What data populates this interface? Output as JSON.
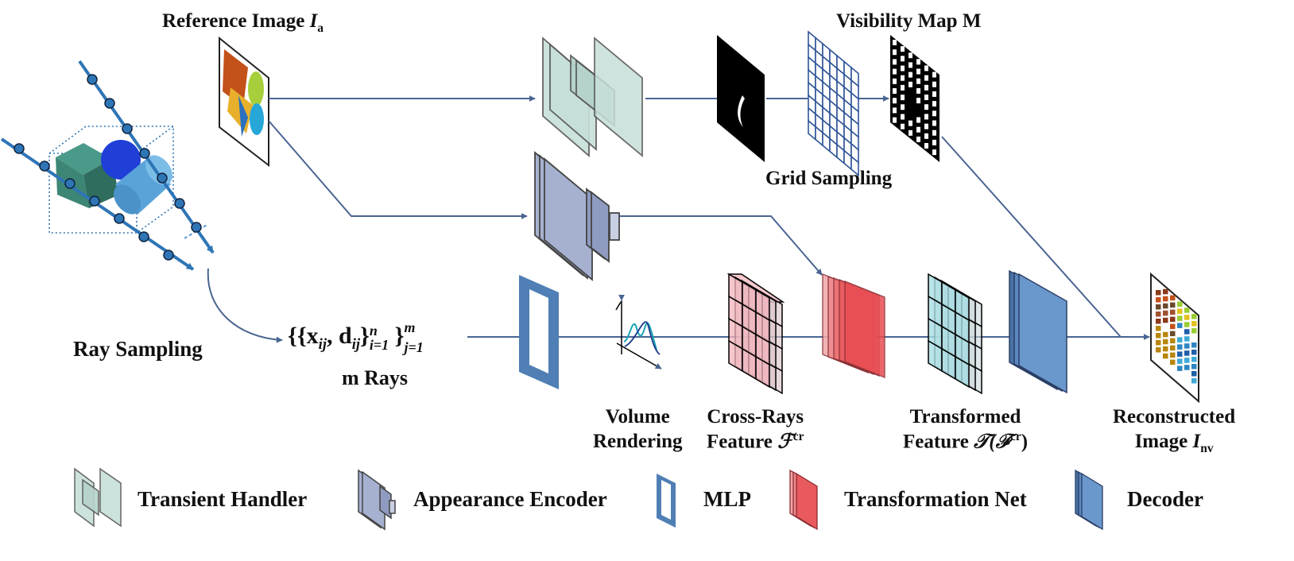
{
  "labels": {
    "reference_image": "Reference Image",
    "reference_image_sym": "I",
    "reference_image_sub": "a",
    "visibility_map": "Visibility Map M",
    "grid_sampling": "Grid Sampling",
    "ray_sampling": "Ray Sampling",
    "rays_formula_x": "x",
    "rays_formula_d": "d",
    "rays_formula_n": "n",
    "rays_formula_m": "m",
    "rays_formula_i": "i=1",
    "rays_formula_j": "j=1",
    "rays_formula_ij": "ij",
    "m_rays": "m Rays",
    "volume_rendering_1": "Volume",
    "volume_rendering_2": "Rendering",
    "cross_rays_1": "Cross-Rays",
    "cross_rays_2": "Feature",
    "cross_rays_sym": "ℱ",
    "cross_rays_sup": "cr",
    "transformed_1": "Transformed",
    "transformed_2": "Feature",
    "transformed_sym": "𝒯(ℱ",
    "transformed_sup": "cr",
    "transformed_close": ")",
    "reconstructed_1": "Reconstructed",
    "reconstructed_2": "Image",
    "reconstructed_sym": "I",
    "reconstructed_sub": "nv"
  },
  "legend": {
    "transient_handler": "Transient Handler",
    "appearance_encoder": "Appearance Encoder",
    "mlp": "MLP",
    "transformation_net": "Transformation Net",
    "decoder": "Decoder"
  },
  "colors": {
    "arrow": "#4a6593",
    "ray": "#2e75b6",
    "transient": "#c7dfd9",
    "appearance": "#a6b1d0",
    "mlp": "#4f7fb5",
    "transformation": "#ec5b5f",
    "decoder": "#5a89c0",
    "grid_cyan": "#a7dde3",
    "grid_red": "#f3b3bc"
  }
}
